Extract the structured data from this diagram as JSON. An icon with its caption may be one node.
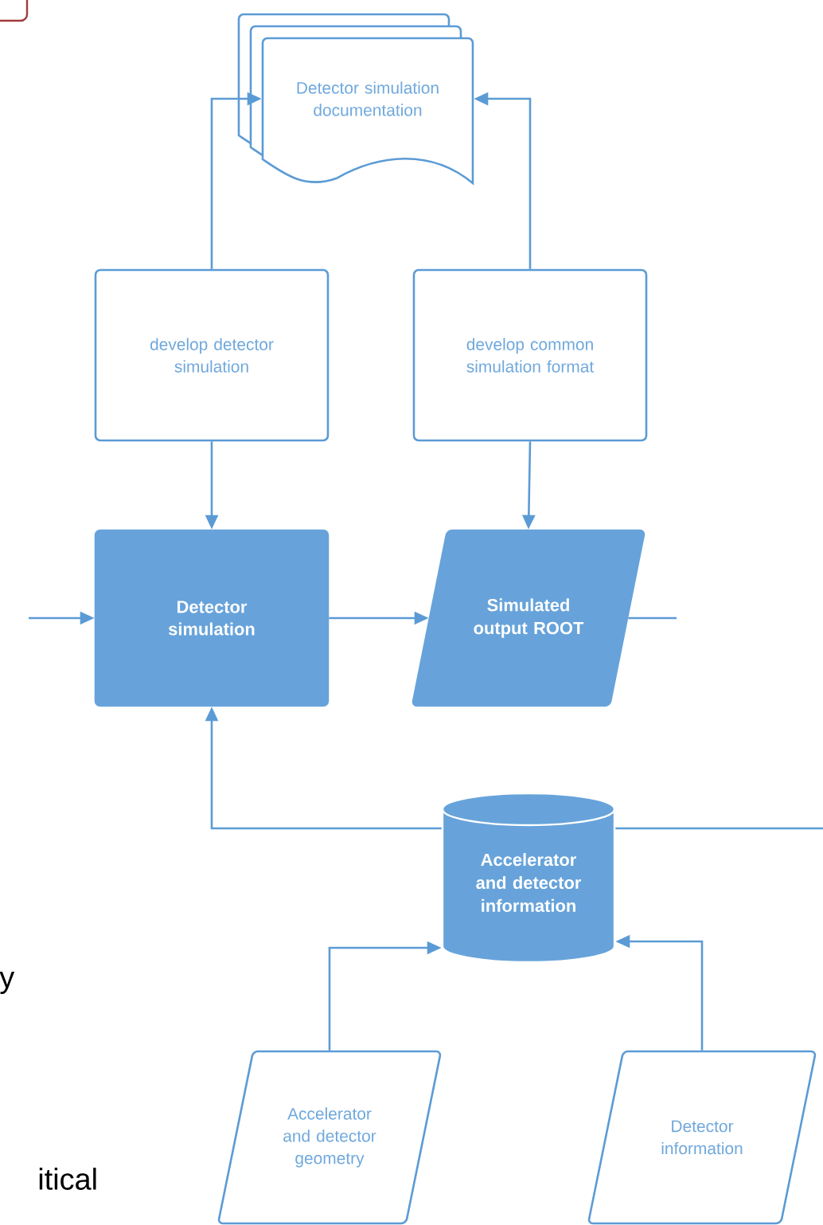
{
  "diagram": {
    "nodes": [
      {
        "text": [
          "Detector simulation documentation"
        ]
      },
      {
        "text": [
          "develop  detector simulation"
        ]
      },
      {
        "text": [
          "develop common simulation format"
        ]
      },
      {
        "text": [
          "Detector simulation"
        ]
      },
      {
        "text": [
          "Simulated output ROOT"
        ]
      },
      {
        "text": [
          "Accelerator and detector information"
        ]
      },
      {
        "text": [
          "Accelerator and detector geometry"
        ]
      },
      {
        "text": [
          "Detector information"
        ]
      }
    ],
    "edges": [
      {
        "from": 1,
        "to": 0,
        "arrow": "to"
      },
      {
        "from": 2,
        "to": 0,
        "arrow": "to"
      },
      {
        "from": 1,
        "to": 3,
        "arrow": "to"
      },
      {
        "from": 2,
        "to": 4,
        "arrow": "to"
      },
      {
        "from": null,
        "to": 3,
        "arrow": "to"
      },
      {
        "from": 3,
        "to": 4,
        "arrow": "to"
      },
      {
        "from": 4,
        "to": null,
        "arrow": "none"
      },
      {
        "from": 5,
        "to": 3,
        "arrow": "to"
      },
      {
        "from": 5,
        "to": null,
        "arrow": "none"
      },
      {
        "from": 6,
        "to": 5,
        "arrow": "to"
      },
      {
        "from": 7,
        "to": 5,
        "arrow": "to"
      }
    ],
    "labels": [
      "y",
      "itical"
    ]
  }
}
